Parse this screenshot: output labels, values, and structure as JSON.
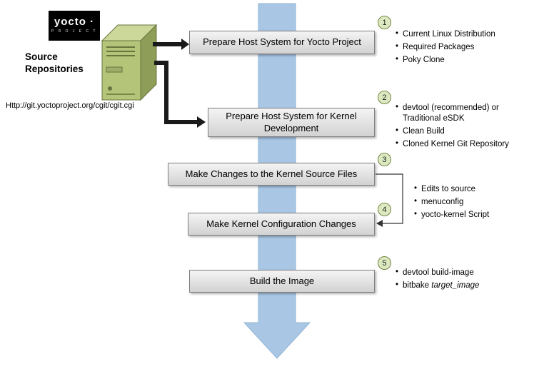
{
  "logo": {
    "brand": "yocto ·",
    "sub": "P R O J E C T"
  },
  "source": {
    "label": "Source Repositories",
    "url": "Http://git.yoctoproject.org/cgit/cgit.cgi"
  },
  "steps": [
    {
      "num": "1",
      "label": "Prepare Host System for Yocto Project"
    },
    {
      "num": "2",
      "label": "Prepare Host System for Kernel Development"
    },
    {
      "num": "3",
      "label": "Make Changes to the Kernel Source Files"
    },
    {
      "num": "4",
      "label": "Make Kernel Configuration Changes"
    },
    {
      "num": "5",
      "label": "Build the Image"
    }
  ],
  "lists": {
    "step1": [
      "Current Linux Distribution",
      "Required Packages",
      "Poky Clone"
    ],
    "step2": [
      "devtool (recommended) or Traditional eSDK",
      "Clean Build",
      "Cloned Kernel Git Repository"
    ],
    "steps34": [
      "Edits to source",
      "menuconfig",
      "yocto-kernel Script"
    ],
    "step5": [
      {
        "text": "devtool build-image",
        "italic": ""
      },
      {
        "text": "bitbake ",
        "italic": "target_image"
      }
    ]
  },
  "colors": {
    "flow_arrow": "#a9c7e5",
    "flow_arrow_edge": "#90b4d4",
    "step_box_top": "#f4f4f4",
    "step_box_bottom": "#d2d2d2",
    "badge_fill": "#dce8c2",
    "badge_border": "#75853f",
    "server_front": "#b4c478",
    "server_side": "#8e9e58",
    "server_top": "#ccd79a",
    "logo_bg": "#000000",
    "connector_black": "#1a1a1a"
  }
}
